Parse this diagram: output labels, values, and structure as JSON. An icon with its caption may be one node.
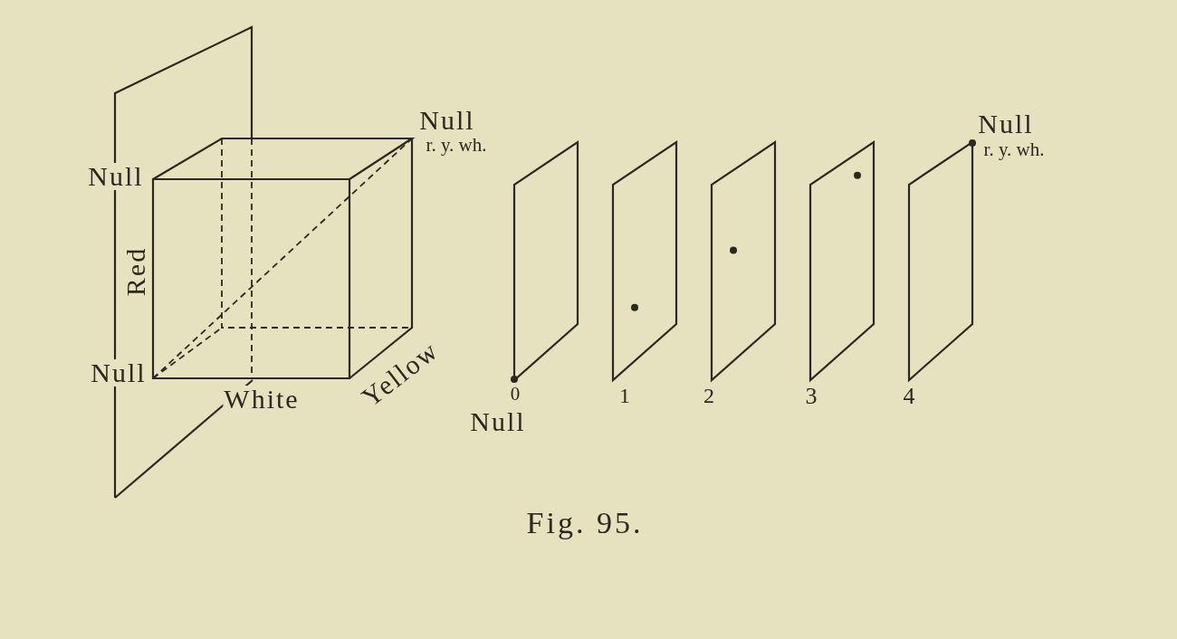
{
  "diagram": {
    "caption": "Fig. 95.",
    "labels": [
      "Null",
      "r. y. wh.",
      "Null",
      "r. y. wh.",
      "Null",
      "Red",
      "Null",
      "White",
      "Yellow",
      "0",
      "1",
      "2",
      "3",
      "4",
      "Null"
    ]
  }
}
